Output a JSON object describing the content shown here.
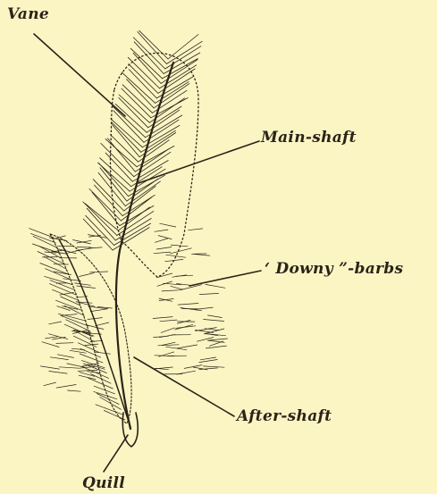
{
  "figure": {
    "background": "#fbf5c4",
    "ink": "#2b2218",
    "labels": {
      "vane": "Vane",
      "main_shaft": "Main-shaft",
      "downy_barbs": "‘ Downy ”-barbs",
      "after_shaft": "After-shaft",
      "quill": "Quill"
    }
  }
}
